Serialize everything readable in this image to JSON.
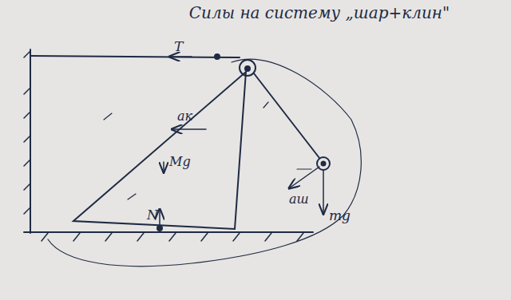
{
  "diagram": {
    "title": "Силы на систему „шар+клин\"",
    "labels": [
      "T",
      "aк",
      "Mg",
      "N",
      "aш",
      "mg"
    ]
  }
}
